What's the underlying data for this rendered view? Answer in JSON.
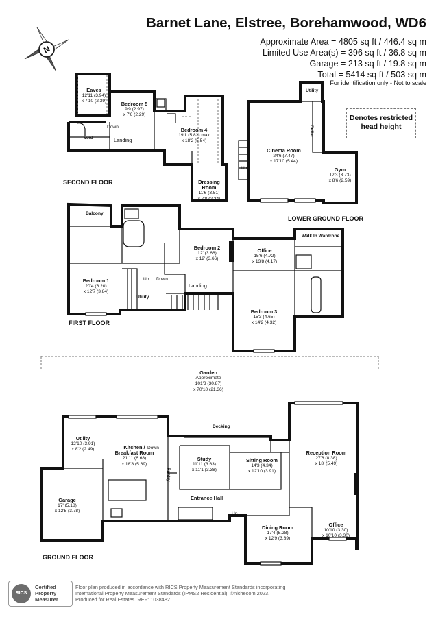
{
  "header": {
    "title": "Barnet Lane, Elstree, Borehamwood, WD6",
    "approx_area": "Approximate Area = 4805 sq ft / 446.4 sq m",
    "limited_use": "Limited Use Area(s) = 396 sq ft / 36.8 sq m",
    "garage": "Garage = 213 sq ft / 19.8 sq m",
    "total": "Total = 5414 sq ft / 503 sq m",
    "note": "For identification only - Not to scale"
  },
  "compass": {
    "letter": "N"
  },
  "legend": {
    "restricted_line1": "Denotes restricted",
    "restricted_line2": "head height"
  },
  "floors": {
    "second": "SECOND FLOOR",
    "lower_ground": "LOWER GROUND FLOOR",
    "first": "FIRST FLOOR",
    "ground": "GROUND FLOOR"
  },
  "rooms": {
    "eaves": {
      "name": "Eaves",
      "d1": "12'11 (3.94)",
      "d2": "x 7'10 (2.39)"
    },
    "bedroom5": {
      "name": "Bedroom 5",
      "d1": "9'9 (2.97)",
      "d2": "x 7'6 (2.29)"
    },
    "bedroom4": {
      "name": "Bedroom 4",
      "d1": "19'1 (5.82) max",
      "d2": "x 18'2 (5.54)"
    },
    "dressing": {
      "name": "Dressing",
      "name2": "Room",
      "d1": "11'6 (3.51)",
      "d2": "x 7'8 (2.34)"
    },
    "cinema": {
      "name": "Cinema Room",
      "d1": "24'6 (7.47)",
      "d2": "x 17'10 (5.44)"
    },
    "gym": {
      "name": "Gym",
      "d1": "12'3 (3.73)",
      "d2": "x 8'6 (2.59)"
    },
    "bedroom1": {
      "name": "Bedroom 1",
      "d1": "20'4 (6.20)",
      "d2": "x 12'7 (3.84)"
    },
    "bedroom2": {
      "name": "Bedroom 2",
      "d1": "12' (3.66)",
      "d2": "x 12' (3.66)"
    },
    "office1": {
      "name": "Office",
      "d1": "15'6 (4.72)",
      "d2": "x 13'8 (4.17)"
    },
    "bedroom3": {
      "name": "Bedroom 3",
      "d1": "15'3 (4.65)",
      "d2": "x 14'2 (4.32)"
    },
    "garden": {
      "name": "Garden",
      "d0": "Approximate",
      "d1": "101'3 (30.87)",
      "d2": "x 70'10 (21.36)"
    },
    "utility_g": {
      "name": "Utility",
      "d1": "12'10 (3.91)",
      "d2": "x 8'2 (2.49)"
    },
    "kitchen": {
      "name": "Kitchen /",
      "name2": "Breakfast Room",
      "d1": "21'11 (6.68)",
      "d2": "x 18'8 (5.69)"
    },
    "study": {
      "name": "Study",
      "d1": "11'11 (3.63)",
      "d2": "x 11'1 (3.38)"
    },
    "sitting": {
      "name": "Sitting Room",
      "d1": "14'3 (4.34)",
      "d2": "x 12'10 (3.91)"
    },
    "reception": {
      "name": "Reception Room",
      "d1": "27'6 (8.38)",
      "d2": "x 18' (5.49)"
    },
    "garage": {
      "name": "Garage",
      "d1": "17' (5.18)",
      "d2": "x 12'5 (3.78)"
    },
    "dining": {
      "name": "Dining Room",
      "d1": "17'4 (5.28)",
      "d2": "x 12'9 (3.89)"
    },
    "office2": {
      "name": "Office",
      "d1": "10'10 (3.30)",
      "d2": "x 10'10 (3.30)"
    }
  },
  "small_labels": {
    "void": "Void",
    "landing2": "Landing",
    "down2": "Down",
    "utility_lg": "Utility",
    "cellar": "Cellar",
    "up_lg": "Up",
    "balcony": "Balcony",
    "walkin": "Walk In Wardrobe",
    "up1": "Up",
    "down1": "Down",
    "utility1": "Utility",
    "landing1": "Landing",
    "decking": "Decking",
    "down_g": "Down",
    "pantry": "Pantry",
    "entrance": "Entrance Hall",
    "up_g": "Up"
  },
  "footer": {
    "rics1": "Certified",
    "rics2": "Property",
    "rics3": "Measurer",
    "rics_logo": "RICS",
    "line1": "Floor plan produced in accordance with RICS Property Measurement Standards incorporating",
    "line2": "International Property Measurement Standards (IPMS2 Residential).  ©nichecom 2023.",
    "line3": "Produced for Real Estates.   REF: 1038482"
  }
}
